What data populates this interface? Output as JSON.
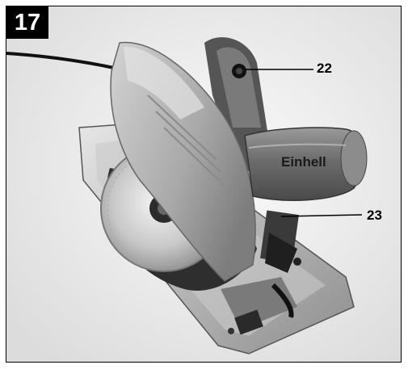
{
  "figure": {
    "number": "17",
    "logo": "Einhell",
    "callouts": [
      {
        "id": "callout-22",
        "label": "22"
      },
      {
        "id": "callout-23",
        "label": "23"
      }
    ]
  }
}
